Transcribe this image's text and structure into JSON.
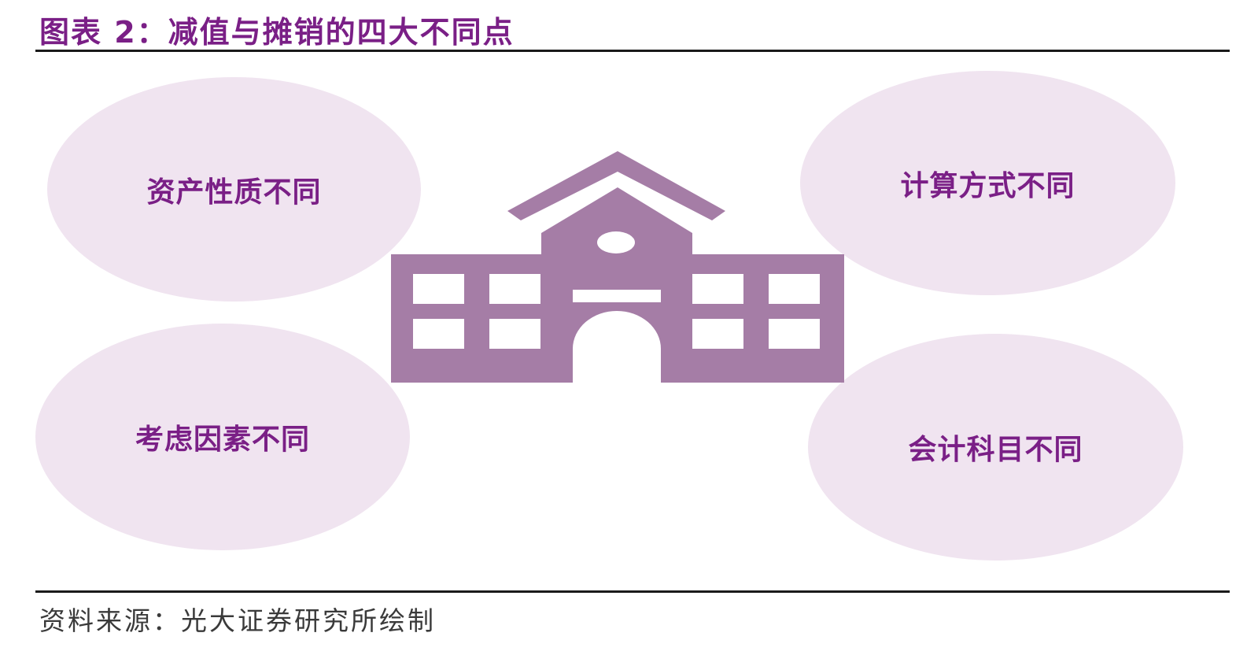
{
  "title": "图表 2：减值与摊销的四大不同点",
  "diagram": {
    "center_icon": "school-building-icon",
    "items": [
      {
        "label": "资产性质不同"
      },
      {
        "label": "计算方式不同"
      },
      {
        "label": "考虑因素不同"
      },
      {
        "label": "会计科目不同"
      }
    ]
  },
  "source": "资料来源：光大证券研究所绘制",
  "colors": {
    "accent": "#7a1f86",
    "ellipse_fill": "#f0e4f0",
    "icon_fill": "#a57da6"
  }
}
